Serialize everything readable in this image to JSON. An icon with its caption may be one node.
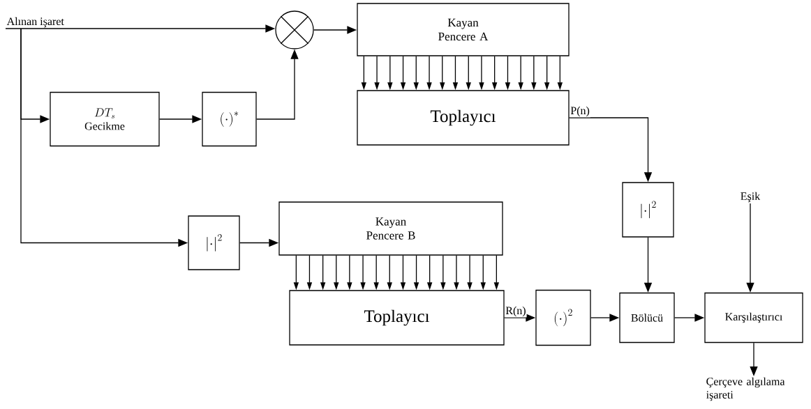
{
  "diagram": {
    "nodes": [
      {
        "text": [
          "Alınan işaret"
        ]
      },
      {
        "text": [],
        "shape": "circle"
      },
      {
        "text": [
          "Kayan Pencere A"
        ]
      },
      {
        "text": [
          "Toplayıcı"
        ]
      },
      {
        "text": [
          "DT_s",
          "Gecikme"
        ]
      },
      {
        "text": [
          "\\left(\\cdot\\right)^{*}"
        ]
      },
      {
        "text": [
          "\\left|\\cdot\\right|^{2}"
        ]
      },
      {
        "text": [
          "\\left|\\cdot\\right|^{2}"
        ]
      },
      {
        "text": [
          "Kayan Pencere B"
        ]
      },
      {
        "text": [
          "Toplayıcı"
        ]
      },
      {
        "text": [
          "\\left(\\cdot\\right)^{2}"
        ]
      },
      {
        "text": [
          "Bölücü"
        ]
      },
      {
        "text": [
          "Eşik"
        ]
      },
      {
        "text": [
          "Karşılaştırıcı"
        ]
      },
      {
        "text": [
          "Çerçeve algılama işareti"
        ]
      }
    ],
    "edges": [
      {
        "from": 0,
        "to": 1,
        "arrow": "to"
      },
      {
        "from": 1,
        "to": 2,
        "arrow": "to"
      },
      {
        "from": 0,
        "to": 4,
        "arrow": "to"
      },
      {
        "from": 4,
        "to": 5,
        "arrow": "to"
      },
      {
        "from": 5,
        "to": 1,
        "arrow": "to"
      },
      {
        "from": 2,
        "to": 3,
        "arrow": "to"
      },
      {
        "from": 2,
        "to": 3,
        "arrow": "to"
      },
      {
        "from": 2,
        "to": 3,
        "arrow": "to"
      },
      {
        "from": 2,
        "to": 3,
        "arrow": "to"
      },
      {
        "from": 2,
        "to": 3,
        "arrow": "to"
      },
      {
        "from": 2,
        "to": 3,
        "arrow": "to"
      },
      {
        "from": 2,
        "to": 3,
        "arrow": "to"
      },
      {
        "from": 2,
        "to": 3,
        "arrow": "to"
      },
      {
        "from": 2,
        "to": 3,
        "arrow": "to"
      },
      {
        "from": 2,
        "to": 3,
        "arrow": "to"
      },
      {
        "from": 2,
        "to": 3,
        "arrow": "to"
      },
      {
        "from": 2,
        "to": 3,
        "arrow": "to"
      },
      {
        "from": 2,
        "to": 3,
        "arrow": "to"
      },
      {
        "from": 2,
        "to": 3,
        "arrow": "to"
      },
      {
        "from": 2,
        "to": 3,
        "arrow": "to"
      },
      {
        "from": 2,
        "to": 3,
        "arrow": "to"
      },
      {
        "from": 3,
        "to": 6,
        "arrow": "to",
        "label": "P(n)"
      },
      {
        "from": 0,
        "to": 7,
        "arrow": "to"
      },
      {
        "from": 7,
        "to": 8,
        "arrow": "to"
      },
      {
        "from": 8,
        "to": 9,
        "arrow": "to"
      },
      {
        "from": 8,
        "to": 9,
        "arrow": "to"
      },
      {
        "from": 8,
        "to": 9,
        "arrow": "to"
      },
      {
        "from": 8,
        "to": 9,
        "arrow": "to"
      },
      {
        "from": 8,
        "to": 9,
        "arrow": "to"
      },
      {
        "from": 8,
        "to": 9,
        "arrow": "to"
      },
      {
        "from": 8,
        "to": 9,
        "arrow": "to"
      },
      {
        "from": 8,
        "to": 9,
        "arrow": "to"
      },
      {
        "from": 8,
        "to": 9,
        "arrow": "to"
      },
      {
        "from": 8,
        "to": 9,
        "arrow": "to"
      },
      {
        "from": 8,
        "to": 9,
        "arrow": "to"
      },
      {
        "from": 8,
        "to": 9,
        "arrow": "to"
      },
      {
        "from": 8,
        "to": 9,
        "arrow": "to"
      },
      {
        "from": 8,
        "to": 9,
        "arrow": "to"
      },
      {
        "from": 8,
        "to": 9,
        "arrow": "to"
      },
      {
        "from": 8,
        "to": 9,
        "arrow": "to"
      },
      {
        "from": 9,
        "to": 10,
        "arrow": "to",
        "label": "R(n)"
      },
      {
        "from": 10,
        "to": 11,
        "arrow": "to"
      },
      {
        "from": 6,
        "to": 11,
        "arrow": "to"
      },
      {
        "from": 11,
        "to": 13,
        "arrow": "to"
      },
      {
        "from": 12,
        "to": 13,
        "arrow": "to"
      },
      {
        "from": 13,
        "to": 14,
        "arrow": "to"
      }
    ]
  }
}
